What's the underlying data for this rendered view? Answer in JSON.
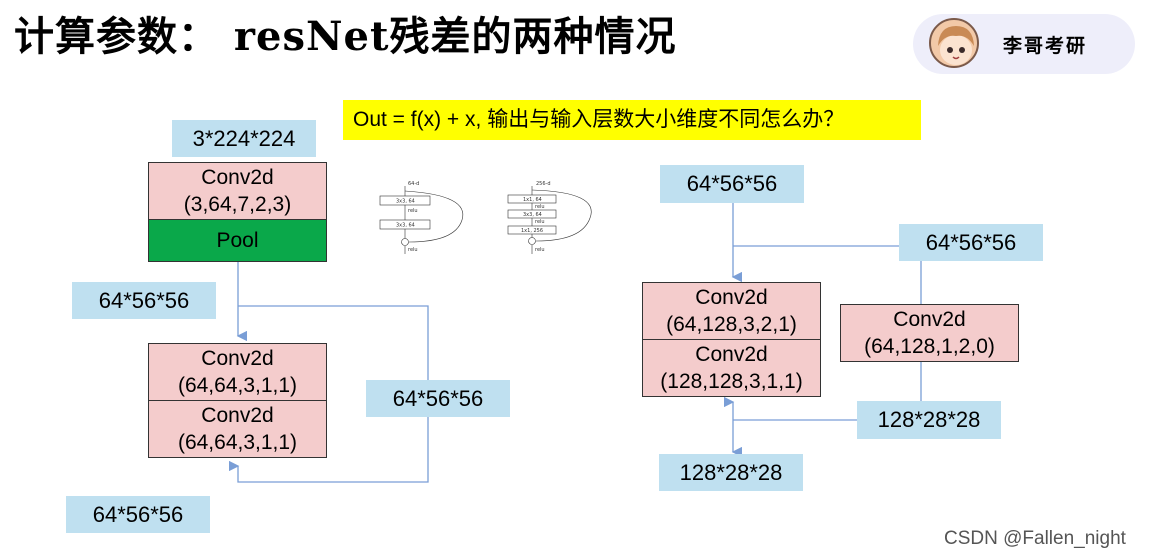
{
  "title": "计算参数： resNet残差的两种情况",
  "badge": {
    "name": "李哥考研"
  },
  "question": "Out = f(x) + x, 输出与输入层数大小维度不同怎么办？",
  "left_path": {
    "input_label": "3*224*224",
    "conv1": {
      "name": "Conv2d",
      "params": "(3,64,7,2,3)"
    },
    "pool": "Pool",
    "mid_label": "64*56*56",
    "conv2": {
      "name": "Conv2d",
      "params": "(64,64,3,1,1)"
    },
    "conv3": {
      "name": "Conv2d",
      "params": "(64,64,3,1,1)"
    },
    "skip_label": "64*56*56",
    "output_label": "64*56*56"
  },
  "mini_diagrams": {
    "basic": {
      "input": "64-d",
      "layer1": "3x3, 64",
      "relu1": "relu",
      "layer2": "3x3, 64",
      "relu_out": "relu"
    },
    "bottleneck": {
      "input": "256-d",
      "layer1": "1x1, 64",
      "relu1": "relu",
      "layer2": "3x3, 64",
      "relu2": "relu",
      "layer3": "1x1, 256",
      "relu_out": "relu"
    }
  },
  "right_path": {
    "input_label": "64*56*56",
    "branch_label": "64*56*56",
    "conv_a": {
      "name": "Conv2d",
      "params": "(64,128,3,2,1)"
    },
    "conv_b": {
      "name": "Conv2d",
      "params": "(128,128,3,1,1)"
    },
    "shortcut_conv": {
      "name": "Conv2d",
      "params": "(64,128,1,2,0)"
    },
    "shortcut_label": "128*28*28",
    "output_label": "128*28*28"
  },
  "watermark": "CSDN @Fallen_night",
  "colors": {
    "label_bg": "#bfe0f0",
    "conv_bg": "#f4cccc",
    "pool_bg": "#0aa84a",
    "question_bg": "#ffff00",
    "connector": "#7a9ed6"
  }
}
